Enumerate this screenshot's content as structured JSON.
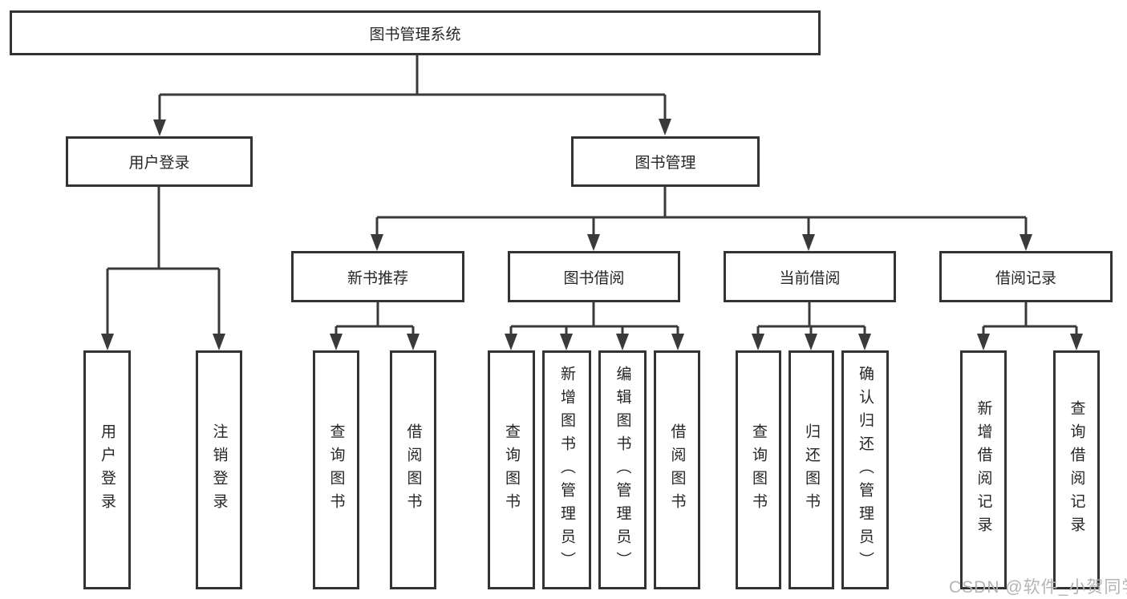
{
  "diagram_title": "图书管理系统",
  "tree": {
    "root": "图书管理系统",
    "branches": [
      {
        "label": "用户登录",
        "children": [
          "用户登录",
          "注销登录"
        ]
      },
      {
        "label": "图书管理",
        "children": [
          {
            "label": "新书推荐",
            "children": [
              "查询图书",
              "借阅图书"
            ]
          },
          {
            "label": "图书借阅",
            "children": [
              "查询图书",
              "新增图书（管理员）",
              "编辑图书（管理员）",
              "借阅图书"
            ]
          },
          {
            "label": "当前借阅",
            "children": [
              "查询图书",
              "归还图书",
              "确认归还（管理员）"
            ]
          },
          {
            "label": "借阅记录",
            "children": [
              "新增借阅记录",
              "查询借阅记录"
            ]
          }
        ]
      }
    ]
  },
  "watermark": {
    "text": "CSDN @软件_小贺同学"
  },
  "colors": {
    "line": "#3a3a3a",
    "box_border": "#333333",
    "text": "#262626",
    "watermark": "#b4b4b4",
    "background": "#ffffff"
  }
}
